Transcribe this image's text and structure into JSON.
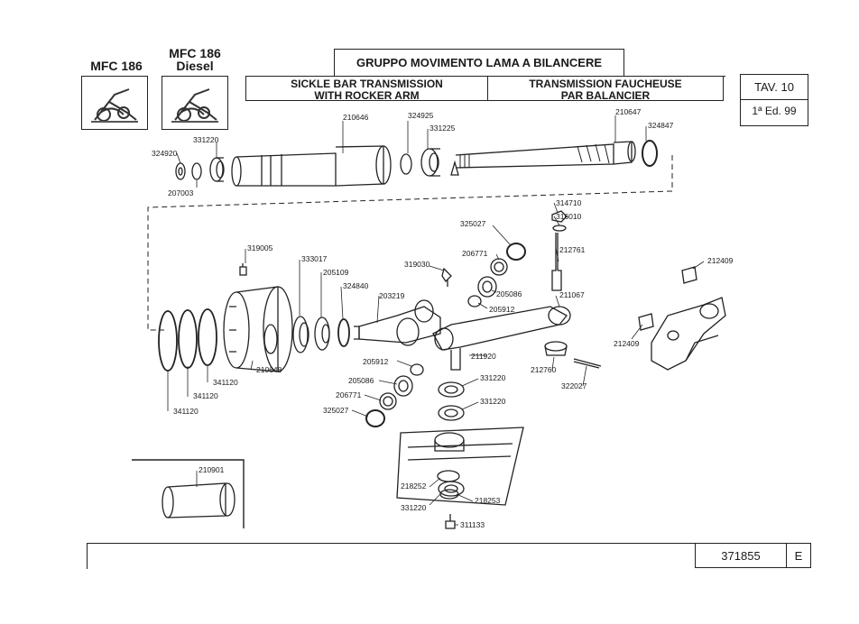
{
  "header": {
    "model_1": "MFC 186",
    "model_2_line1": "MFC 186",
    "model_2_line2": "Diesel",
    "title_it": "GRUPPO MOVIMENTO LAMA A BILANCERE",
    "title_en_line1": "SICKLE BAR TRANSMISSION",
    "title_en_line2": "WITH ROCKER ARM",
    "title_fr_line1": "TRANSMISSION FAUCHEUSE",
    "title_fr_line2": "PAR BALANCIER",
    "table_no": "TAV. 10",
    "edition": "1ª Ed. 99"
  },
  "footer": {
    "doc_number": "371855",
    "revision": "E"
  },
  "parts": {
    "p210646": "210646",
    "p324925": "324925",
    "p331225": "331225",
    "p210647": "210647",
    "p324847": "324847",
    "p331220_top": "331220",
    "p324920": "324920",
    "p207003": "207003",
    "p319005": "319005",
    "p333017": "333017",
    "p205109": "205109",
    "p324840": "324840",
    "p203219": "203219",
    "p319030": "319030",
    "p325027_top": "325027",
    "p206771_top": "206771",
    "p205086_top": "205086",
    "p205912_top": "205912",
    "p314710": "314710",
    "p316010": "316010",
    "p212761": "212761",
    "p211067": "211067",
    "p212409_a": "212409",
    "p212409_b": "212409",
    "p211920": "211920",
    "p212760": "212760",
    "p322027": "322027",
    "p210648": "210648",
    "p341120_a": "341120",
    "p341120_b": "341120",
    "p341120_c": "341120",
    "p205912_bot": "205912",
    "p205086_bot": "205086",
    "p206771_bot": "206771",
    "p325027_bot": "325027",
    "p331220_mid1": "331220",
    "p331220_mid2": "331220",
    "p218252": "218252",
    "p218253": "218253",
    "p331220_bot": "331220",
    "p311133": "311133",
    "p210901": "210901"
  }
}
